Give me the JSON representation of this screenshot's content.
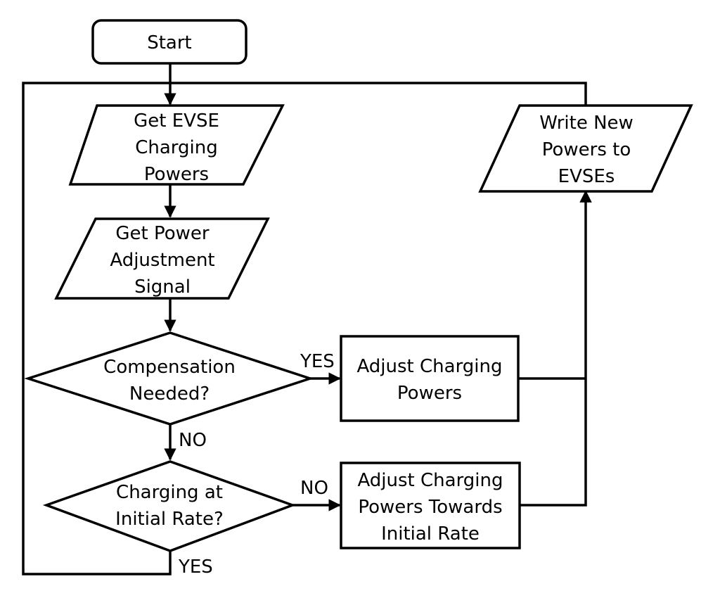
{
  "diagram": {
    "colors": {
      "stroke": "#000000",
      "fill": "#ffffff",
      "text": "#000000"
    },
    "nodes": {
      "start": {
        "type": "terminator",
        "lines": [
          "Start"
        ]
      },
      "get_powers": {
        "type": "data",
        "lines": [
          "Get EVSE",
          "Charging",
          "Powers"
        ]
      },
      "get_signal": {
        "type": "data",
        "lines": [
          "Get Power",
          "Adjustment",
          "Signal"
        ]
      },
      "compensation": {
        "type": "decision",
        "lines": [
          "Compensation",
          "Needed?"
        ]
      },
      "initial_rate": {
        "type": "decision",
        "lines": [
          "Charging at",
          "Initial Rate?"
        ]
      },
      "adjust": {
        "type": "process",
        "lines": [
          "Adjust Charging",
          "Powers"
        ]
      },
      "adjust_towards": {
        "type": "process",
        "lines": [
          "Adjust Charging",
          "Powers Towards",
          "Initial Rate"
        ]
      },
      "write": {
        "type": "data",
        "lines": [
          "Write New",
          "Powers to",
          "EVSEs"
        ]
      }
    },
    "edge_labels": {
      "comp_yes": "YES",
      "comp_no": "NO",
      "rate_no": "NO",
      "rate_yes": "YES"
    }
  }
}
